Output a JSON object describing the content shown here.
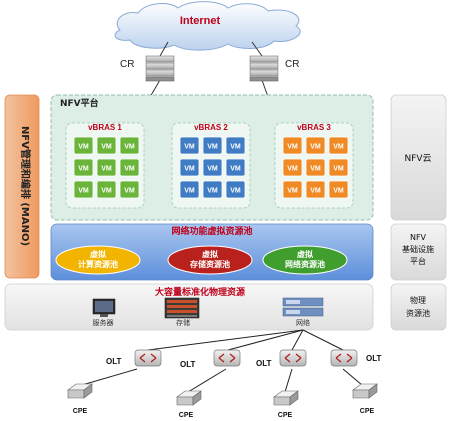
{
  "internet": {
    "label": "Internet"
  },
  "routers": [
    {
      "label": "CR"
    },
    {
      "label": "CR"
    }
  ],
  "mano": {
    "label": "NFV管理和编排 (MANO)"
  },
  "nfv_platform": {
    "title": "NFV平台",
    "vbras": [
      {
        "label": "vBRAS 1",
        "color": "#6ab43a",
        "vm_label": "VM"
      },
      {
        "label": "vBRAS 2",
        "color": "#3f7cc3",
        "vm_label": "VM"
      },
      {
        "label": "vBRAS 3",
        "color": "#ef8a25",
        "vm_label": "VM"
      }
    ]
  },
  "resource_pool": {
    "title": "网络功能虚拟资源池",
    "items": [
      {
        "line1": "虚拟",
        "line2": "计算资源池",
        "color": "#f3b400"
      },
      {
        "line1": "虚拟",
        "line2": "存储资源池",
        "color": "#b9211c"
      },
      {
        "line1": "虚拟",
        "line2": "网络资源池",
        "color": "#3f9e2d"
      }
    ]
  },
  "physical": {
    "title": "大容量标准化物理资源",
    "items": [
      {
        "label": "服务器"
      },
      {
        "label": "存储"
      },
      {
        "label": "网络"
      }
    ]
  },
  "right_panels": [
    {
      "lines": [
        "NFV云"
      ]
    },
    {
      "lines": [
        "NFV",
        "基础设施",
        "平台"
      ]
    },
    {
      "lines": [
        "物理",
        "资源池"
      ]
    }
  ],
  "olt_nodes": [
    {
      "label": "OLT"
    },
    {
      "label": "OLT"
    },
    {
      "label": "OLT"
    },
    {
      "label": "OLT"
    }
  ],
  "cpe_nodes": [
    {
      "label": "CPE"
    },
    {
      "label": "CPE"
    },
    {
      "label": "CPE"
    },
    {
      "label": "CPE"
    }
  ]
}
